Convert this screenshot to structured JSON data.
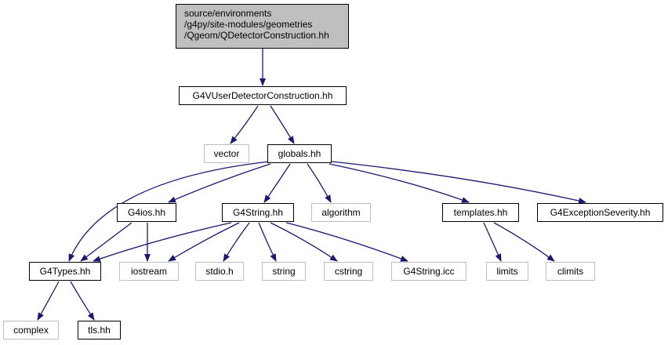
{
  "colors": {
    "edge": "#191970",
    "node_border": "#000000",
    "external_border": "#bfbfbf",
    "root_fill": "#bfbfbf",
    "node_fill": "#ffffff"
  },
  "nodes": {
    "root": {
      "lines": [
        "source/environments",
        "/g4py/site-modules/geometries",
        "/Qgeom/QDetectorConstruction.hh"
      ]
    },
    "g4vuser": {
      "label": "G4VUserDetectorConstruction.hh"
    },
    "vector": {
      "label": "vector"
    },
    "globals": {
      "label": "globals.hh"
    },
    "g4ios": {
      "label": "G4ios.hh"
    },
    "g4string": {
      "label": "G4String.hh"
    },
    "algorithm": {
      "label": "algorithm"
    },
    "templates": {
      "label": "templates.hh"
    },
    "g4exception": {
      "label": "G4ExceptionSeverity.hh"
    },
    "g4types": {
      "label": "G4Types.hh"
    },
    "iostream": {
      "label": "iostream"
    },
    "stdio": {
      "label": "stdio.h"
    },
    "string": {
      "label": "string"
    },
    "cstring": {
      "label": "cstring"
    },
    "g4stringicc": {
      "label": "G4String.icc"
    },
    "limits": {
      "label": "limits"
    },
    "climits": {
      "label": "climits"
    },
    "complex": {
      "label": "complex"
    },
    "tls": {
      "label": "tls.hh"
    }
  }
}
